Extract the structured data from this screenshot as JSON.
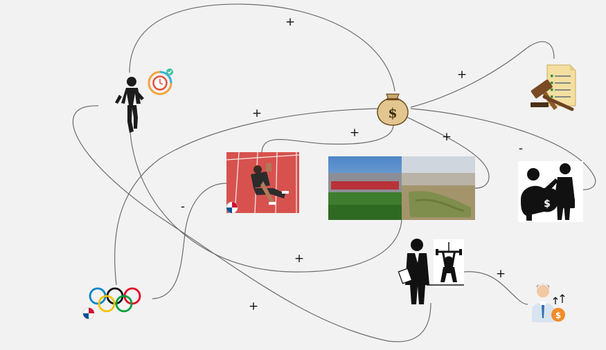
{
  "diagram": {
    "type": "causal-loop",
    "background": "#f2f2f2",
    "edge_color": "#6b6b6b",
    "nodes": [
      {
        "id": "athlete",
        "icon": "running-athlete-with-stopwatch-icon"
      },
      {
        "id": "money",
        "icon": "money-bag-icon"
      },
      {
        "id": "law",
        "icon": "gavel-and-checklist-icon"
      },
      {
        "id": "injured-athlete",
        "icon": "injured-athlete-photo"
      },
      {
        "id": "stadiums",
        "icon": "stadium-photos"
      },
      {
        "id": "corruption",
        "icon": "bribery-icon"
      },
      {
        "id": "coach",
        "icon": "coach-and-weightlifter-icon"
      },
      {
        "id": "olympics",
        "icon": "olympic-rings-icon"
      },
      {
        "id": "salary",
        "icon": "salary-increase-icon"
      }
    ],
    "edges": [
      {
        "from": "athlete",
        "to": "money",
        "sign": "+"
      },
      {
        "from": "money",
        "to": "law",
        "sign": "+"
      },
      {
        "from": "money",
        "to": "olympics",
        "sign": "+"
      },
      {
        "from": "money",
        "to": "injured-athlete",
        "sign": "+"
      },
      {
        "from": "money",
        "to": "stadiums",
        "sign": "+"
      },
      {
        "from": "money",
        "to": "corruption",
        "sign": "-"
      },
      {
        "from": "olympics",
        "to": "injured-athlete",
        "sign": "-"
      },
      {
        "from": "athlete",
        "to": "stadiums",
        "sign": "+"
      },
      {
        "from": "coach",
        "to": "salary",
        "sign": "+"
      },
      {
        "from": "athlete",
        "to": "coach",
        "sign": "+"
      }
    ]
  }
}
